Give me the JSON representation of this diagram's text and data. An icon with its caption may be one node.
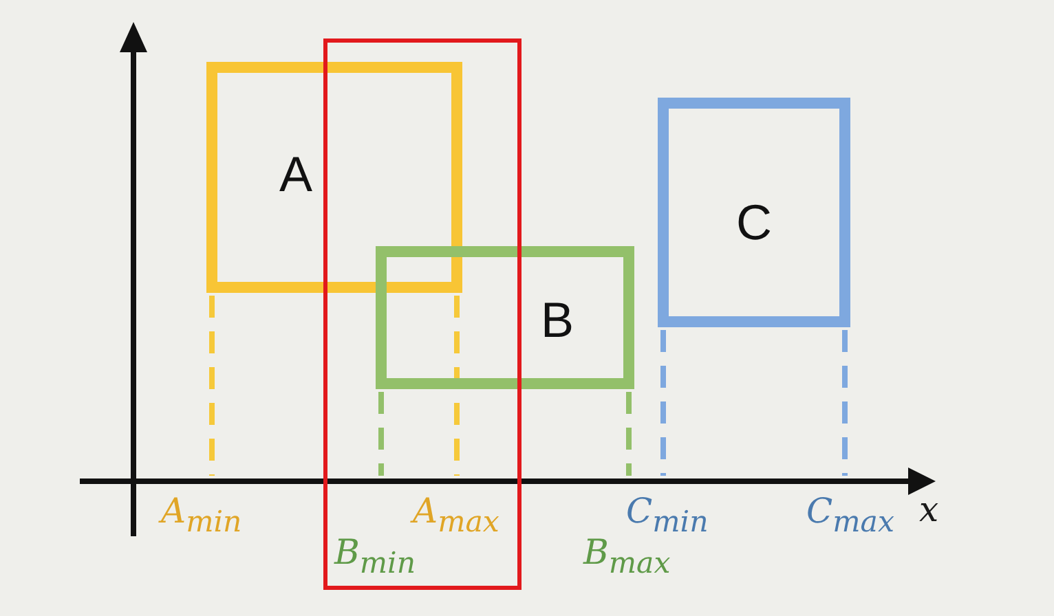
{
  "diagram": {
    "nodes": [
      {
        "text": [
          "A"
        ]
      },
      {
        "text": [
          "B"
        ]
      },
      {
        "text": [
          "C"
        ]
      },
      {
        "text": [],
        "shape": "box"
      }
    ],
    "labels": [
      "A$_{min}$",
      "A$_{max}$",
      "C$_{min}$",
      "C$_{max}$",
      "x",
      "B$_{min}$",
      "B$_{max}$"
    ]
  }
}
